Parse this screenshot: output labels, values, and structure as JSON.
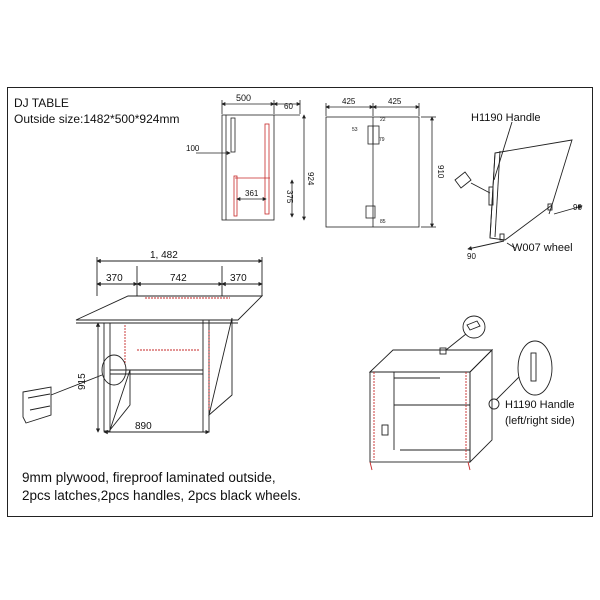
{
  "header": {
    "title": "DJ TABLE",
    "outside_size": "Outside size:1482*500*924mm"
  },
  "side_view": {
    "dim_depth": "500",
    "dim_overhang": "60",
    "dim_left": "100",
    "dim_height": "924",
    "dim_inner_width": "361",
    "dim_inner_height": "375"
  },
  "front_view": {
    "dim_left_half": "425",
    "dim_right_half": "425",
    "dim_top_small": "22",
    "dim_53": "53",
    "dim_79": "79",
    "dim_85": "85",
    "dim_bottom_small": "85",
    "dim_height": "910"
  },
  "case_view": {
    "handle_label": "H1190 Handle",
    "wheel_label": "W007 wheel",
    "dim_a": "90",
    "dim_b": "90"
  },
  "open_view": {
    "dim_total": "1, 482",
    "dim_left_wing": "370",
    "dim_center": "742",
    "dim_right_wing": "370",
    "dim_height": "915",
    "dim_base": "890"
  },
  "closed_view": {
    "handle_label": "H1190 Handle",
    "handle_side": "(left/right side)"
  },
  "description": {
    "line1": "9mm plywood, fireproof laminated outside,",
    "line2": "2pcs latches,2pcs handles, 2pcs black wheels."
  },
  "colors": {
    "line": "#222222",
    "accent": "#c62828"
  }
}
